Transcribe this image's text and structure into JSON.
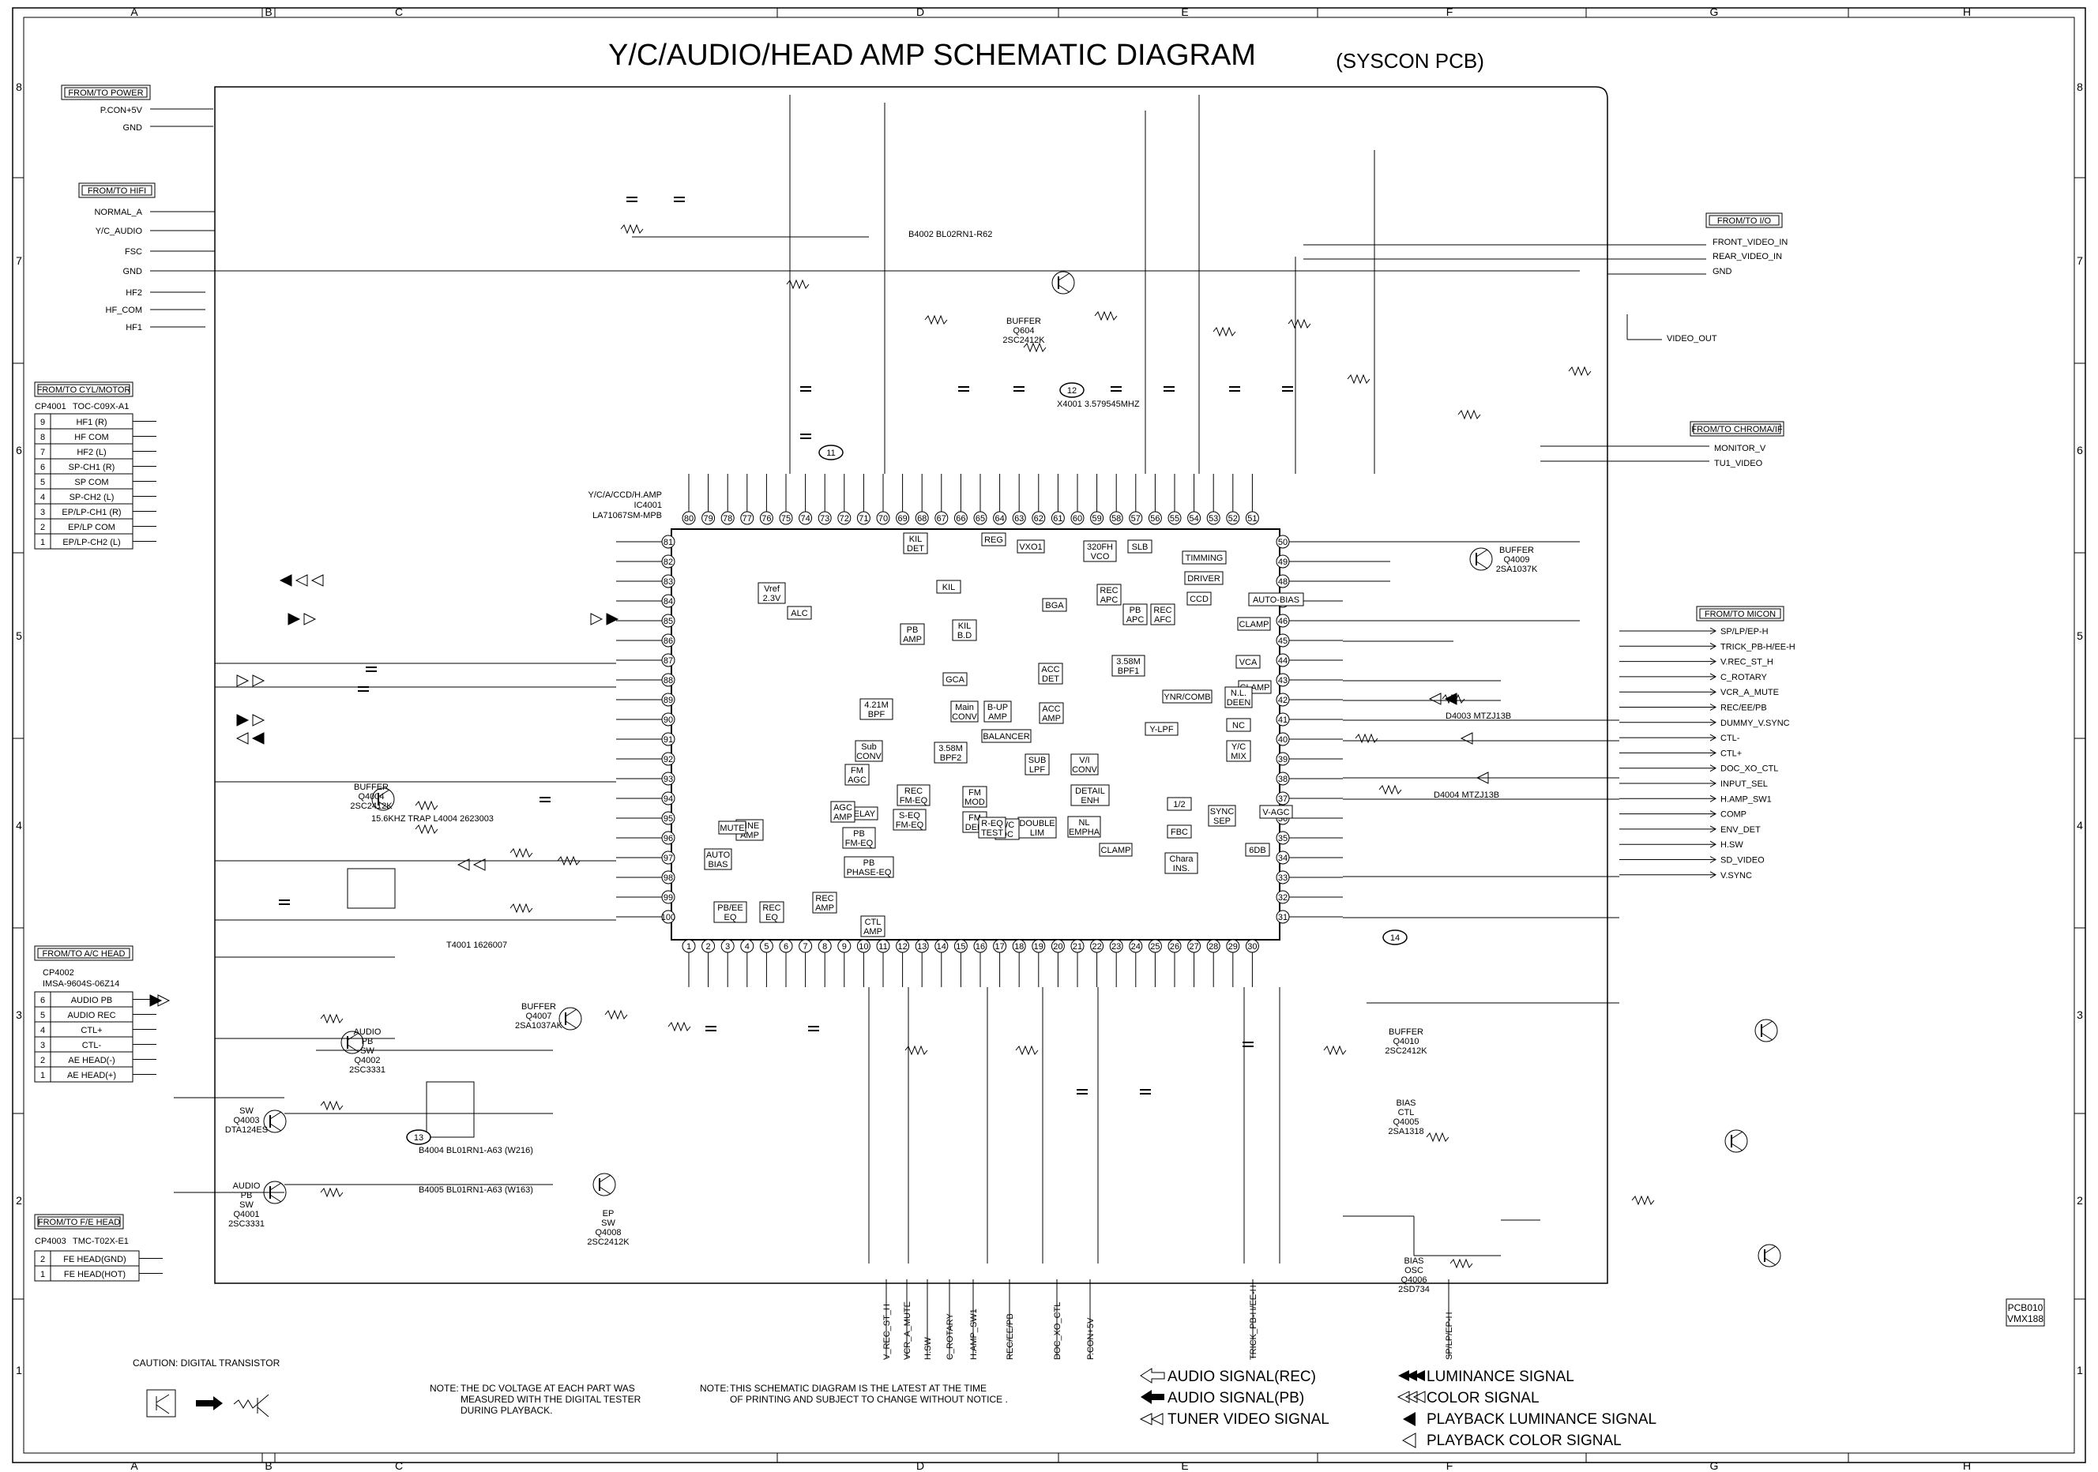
{
  "header": {
    "title": "Y/C/AUDIO/HEAD AMP SCHEMATIC DIAGRAM",
    "subtitle": "(SYSCON PCB)"
  },
  "grid": {
    "columns": [
      "A",
      "B",
      "C",
      "D",
      "E",
      "F",
      "G",
      "H"
    ],
    "rows": [
      "8",
      "7",
      "6",
      "5",
      "4",
      "3",
      "2",
      "1"
    ]
  },
  "connectors": {
    "power": {
      "title": "FROM/TO POWER",
      "signals": [
        "P.CON+5V",
        "GND"
      ]
    },
    "hifi": {
      "title": "FROM/TO HIFI",
      "signals": [
        "NORMAL_A",
        "Y/C_AUDIO",
        "FSC",
        "GND",
        "HF2",
        "HF_COM",
        "HF1"
      ]
    },
    "cyl": {
      "title": "FROM/TO CYL/MOTOR",
      "part": "CP4001",
      "model": "TOC-C09X-A1",
      "pins": [
        [
          "9",
          "HF1 (R)"
        ],
        [
          "8",
          "HF COM"
        ],
        [
          "7",
          "HF2 (L)"
        ],
        [
          "6",
          "SP-CH1 (R)"
        ],
        [
          "5",
          "SP COM"
        ],
        [
          "4",
          "SP-CH2 (L)"
        ],
        [
          "3",
          "EP/LP-CH1 (R)"
        ],
        [
          "2",
          "EP/LP COM"
        ],
        [
          "1",
          "EP/LP-CH2 (L)"
        ]
      ]
    },
    "ach": {
      "title": "FROM/TO A/C HEAD",
      "part": "CP4002",
      "model": "IMSA-9604S-06Z14",
      "pins": [
        [
          "6",
          "AUDIO PB"
        ],
        [
          "5",
          "AUDIO REC"
        ],
        [
          "4",
          "CTL+"
        ],
        [
          "3",
          "CTL-"
        ],
        [
          "2",
          "AE HEAD(-)"
        ],
        [
          "1",
          "AE HEAD(+)"
        ]
      ]
    },
    "feh": {
      "title": "FROM/TO F/E HEAD",
      "part": "CP4003",
      "model": "TMC-T02X-E1",
      "pins": [
        [
          "2",
          "FE HEAD(GND)"
        ],
        [
          "1",
          "FE HEAD(HOT)"
        ]
      ]
    },
    "io": {
      "title": "FROM/TO I/O",
      "signals": [
        "FRONT_VIDEO_IN",
        "REAR_VIDEO_IN",
        "GND",
        "VIDEO_OUT"
      ]
    },
    "chroma": {
      "title": "FROM/TO CHROMA/IF",
      "signals": [
        "MONITOR_V",
        "TU1_VIDEO"
      ]
    },
    "micon": {
      "title": "FROM/TO MICON",
      "signals": [
        "SP/LP/EP-H",
        "TRICK_PB-H/EE-H",
        "V.REC_ST_H",
        "C_ROTARY",
        "VCR_A_MUTE",
        "REC/EE/PB",
        "DUMMY_V.SYNC",
        "CTL-",
        "CTL+",
        "DOC_XO_CTL",
        "INPUT_SEL",
        "H.AMP_SW1",
        "COMP",
        "ENV_DET",
        "H.SW",
        "SD_VIDEO",
        "V.SYNC"
      ]
    }
  },
  "ic": {
    "name": "Y/C/A/CCD/H.AMP",
    "ref": "IC4001",
    "part": "LA71067SM-MPB"
  },
  "blocks": [
    "KIL DET",
    "REG",
    "VXO1",
    "320FH VCO",
    "SLB",
    "TIMMING",
    "DRIVER",
    "CCD",
    "AUTO-BIAS",
    "CLAMP",
    "VCA",
    "CLAMP",
    "N.L. DEEN",
    "NC",
    "Y/C MIX",
    "SYNC SEP",
    "V-AGC",
    "1/2",
    "FBC",
    "6DB",
    "Chara INS.",
    "Y-LPF",
    "YNR/COMB",
    "ACC DET",
    "BGA",
    "REC APC",
    "PB APC",
    "REC AFC",
    "3.58M BPF1",
    "KIL",
    "KIL B.D",
    "PB AMP",
    "GCA",
    "4.21M BPF",
    "Main CONV",
    "Sub CONV",
    "B-UP AMP",
    "BALANCER",
    "ACC AMP",
    "3.58M BPF2",
    "FM AGC",
    "DELAY",
    "S-EQ FM-EQ",
    "PB FM-EQ",
    "PB PHASE-EQ",
    "REC FM-EQ",
    "FM MOD",
    "FM DEM",
    "SUB LPF",
    "V/I CONV",
    "DETAIL ENH",
    "NL EMPHA",
    "DOUBLE LIM",
    "CLAMP",
    "WC DC",
    "AGC AMP",
    "Vref 2.3V",
    "ALC",
    "LINE AMP",
    "MUTE",
    "AUTO BIAS",
    "PB/EE EQ",
    "REC EQ",
    "REC AMP",
    "CTL AMP",
    "R-EQ TEST"
  ],
  "parts": {
    "buffers": [
      "BUFFER Q4004 2SC2412K",
      "BUFFER Q604 2SC2412K",
      "BUFFER Q4009 2SA1037K",
      "BUFFER Q4007 2SA1037AK",
      "EP SW Q4008 2SC2412K",
      "BUFFER Q4010 2SC2412K",
      "BIAS CTL Q4005 2SA1318",
      "BIAS OSC Q4006 2SD734",
      "SW Q4003 DTA124ES",
      "AUDIO PB SW Q4001 2SC3331",
      "AUDIO PB SW Q4002 2SC3331"
    ],
    "misc": [
      "15.6KHZ TRAP L4004 2623003",
      "T4001 1626007",
      "B4004 BL01RN1-A63 (W216)",
      "B4005 BL01RN1-A63 (W163)",
      "B4002 BL02RN1-R62",
      "D4003 MTZJ13B",
      "D4004 MTZJ13B",
      "X4001 3.579545MHZ"
    ]
  },
  "circle_labels": [
    "11",
    "12",
    "13",
    "14"
  ],
  "bottom_labels": [
    "V_REC_ST_H",
    "VCR_A_MUTE",
    "H.SW",
    "C_ROTARY",
    "H.AMP_SW1",
    "REC/EE/PB",
    "DOC_XO_CTL",
    "P.CON+5V",
    "TRICK_PB-H/EE-H",
    "SP/LP/EP-H"
  ],
  "legend": {
    "left": [
      "AUDIO SIGNAL(REC)",
      "AUDIO SIGNAL(PB)",
      "TUNER VIDEO SIGNAL"
    ],
    "right": [
      "LUMINANCE SIGNAL",
      "COLOR SIGNAL",
      "PLAYBACK LUMINANCE SIGNAL",
      "PLAYBACK COLOR SIGNAL"
    ]
  },
  "caution": "CAUTION: DIGITAL TRANSISTOR",
  "notes": {
    "note1_head": "NOTE:",
    "note1": [
      "THE DC VOLTAGE AT EACH PART WAS",
      "MEASURED WITH THE DIGITAL TESTER",
      "DURING PLAYBACK."
    ],
    "note2_head": "NOTE:",
    "note2": [
      "THIS SCHEMATIC DIAGRAM IS THE LATEST AT THE TIME",
      "OF PRINTING AND SUBJECT TO CHANGE WITHOUT NOTICE ."
    ]
  },
  "board_id": [
    "PCB010",
    "VMX188"
  ],
  "colors": {
    "ink": "#000000",
    "paper": "#ffffff"
  }
}
